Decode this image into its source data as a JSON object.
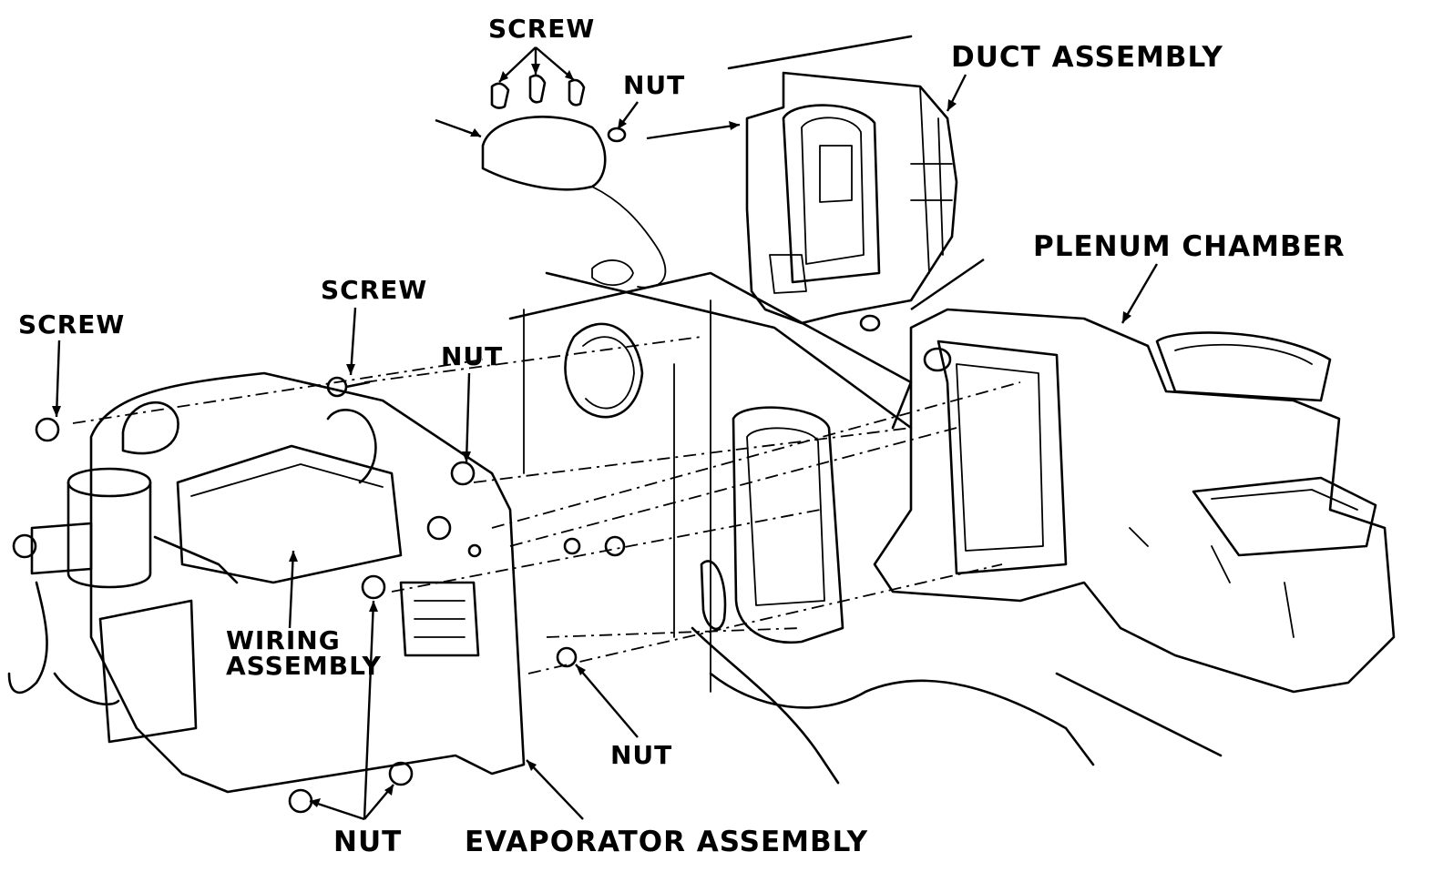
{
  "labels": {
    "screw_top": "SCREW",
    "nut_top": "NUT",
    "duct_assembly": "DUCT ASSEMBLY",
    "plenum_chamber": "PLENUM CHAMBER",
    "screw_mid": "SCREW",
    "screw_left": "SCREW",
    "nut_mid": "NUT",
    "wiring_line1": "WIRING",
    "wiring_line2": "ASSEMBLY",
    "nut_lower": "NUT",
    "nut_bottom": "NUT",
    "evaporator_assembly": "EVAPORATOR ASSEMBLY"
  },
  "colors": {
    "ink": "#000000",
    "paper": "#ffffff"
  }
}
